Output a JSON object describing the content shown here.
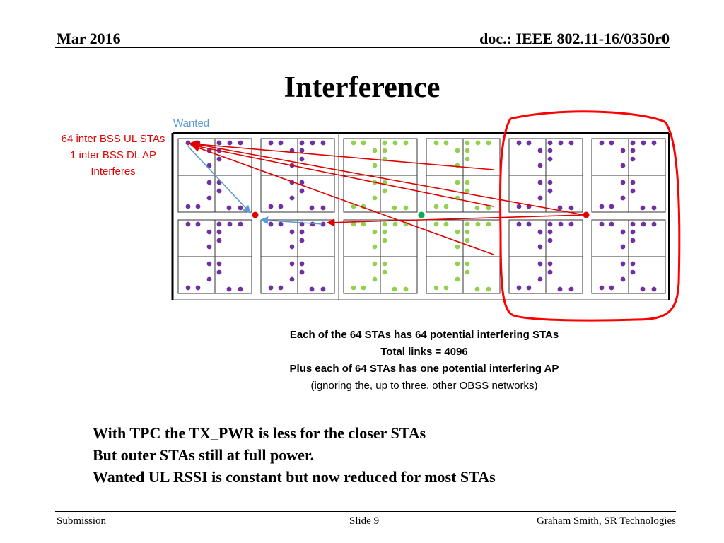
{
  "header": {
    "date": "Mar 2016",
    "doc": "doc.: IEEE 802.11-16/0350r0"
  },
  "title": "Interference",
  "diagram": {
    "wanted_label": "Wanted",
    "interferer_label": [
      "64 inter BSS UL STAs",
      "1 inter BSS DL AP",
      "Interferes"
    ],
    "colors": {
      "purple_sta": "#7030a0",
      "green_sta": "#92d050",
      "interference_arrow": "#e00000",
      "wanted_arrow": "#5b9bd5",
      "highlight_loop": "#ff0000",
      "label_red": "#e00000",
      "label_blue": "#5b9bd5"
    },
    "bss_row_top": [
      "purple",
      "purple",
      "green",
      "green",
      "purple",
      "purple"
    ],
    "bss_row_bottom": [
      "purple",
      "purple",
      "green",
      "green",
      "purple",
      "purple"
    ]
  },
  "caption": [
    "Each of the 64 STAs has 64 potential interfering STAs",
    "Total links = 4096",
    "Plus each of 64 STAs has one potential interfering AP",
    "(ignoring the, up to three, other OBSS networks)"
  ],
  "body": [
    "With TPC the TX_PWR is less for the closer STAs",
    "But outer STAs still at full power.",
    "Wanted UL RSSI is constant but now reduced for most STAs"
  ],
  "footer": {
    "left": "Submission",
    "center": "Slide 9",
    "right": "Graham Smith, SR Technologies"
  }
}
